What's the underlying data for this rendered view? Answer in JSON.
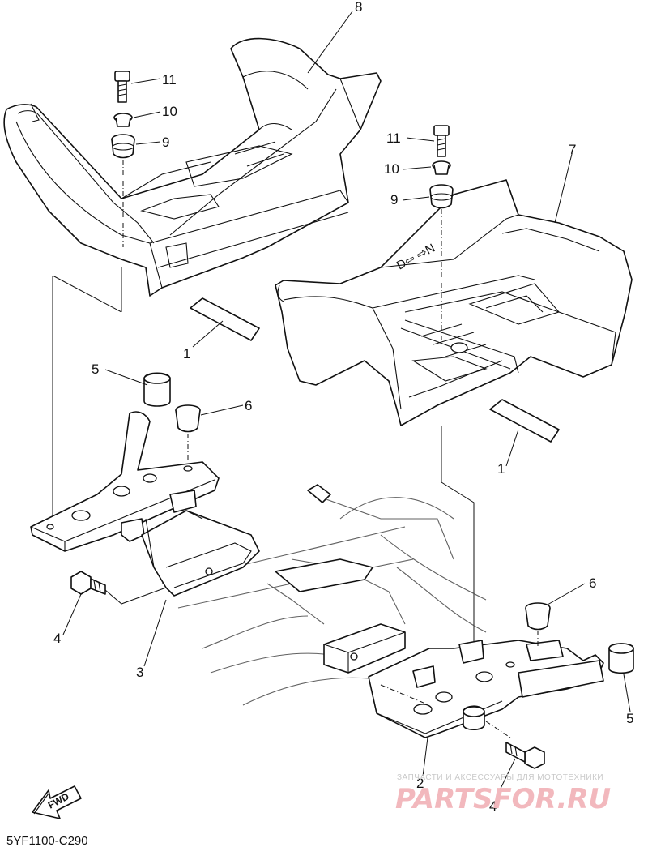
{
  "diagram": {
    "code": "5YF1100-C290",
    "direction_label": "FWD",
    "shift_label": "D⇦ ⇨N",
    "callouts": [
      "1",
      "1",
      "2",
      "3",
      "4",
      "4",
      "5",
      "5",
      "6",
      "6",
      "7",
      "8",
      "9",
      "9",
      "10",
      "10",
      "11",
      "11"
    ]
  },
  "watermark": {
    "tagline": "ЗАПЧАСТИ И АКСЕССУАРЫ ДЛЯ МОТОТЕХНИКИ",
    "brand": "PARTSFOR.RU"
  }
}
